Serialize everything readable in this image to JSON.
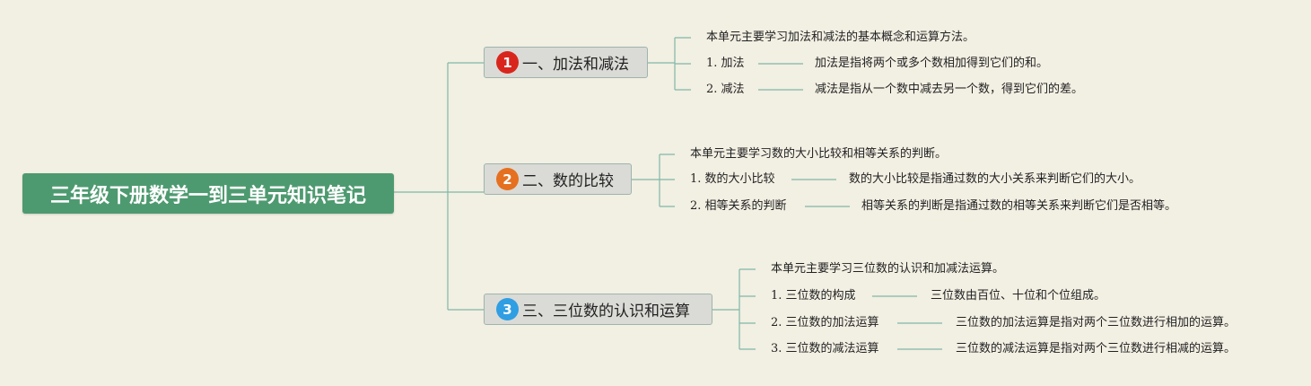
{
  "root": {
    "title": "三年级下册数学一到三单元知识笔记"
  },
  "colors": {
    "root": "#4e9a70",
    "line": "#7fb8a6",
    "b1": "#d9261c",
    "b2": "#e5701f",
    "b3": "#2f9ee3"
  },
  "branches": [
    {
      "number": "1",
      "title": "一、加法和减法",
      "intro": "本单元主要学习加法和减法的基本概念和运算方法。",
      "items": [
        {
          "label": "1. 加法",
          "desc": "加法是指将两个或多个数相加得到它们的和。"
        },
        {
          "label": "2. 减法",
          "desc": "减法是指从一个数中减去另一个数，得到它们的差。"
        }
      ]
    },
    {
      "number": "2",
      "title": "二、数的比较",
      "intro": "本单元主要学习数的大小比较和相等关系的判断。",
      "items": [
        {
          "label": "1. 数的大小比较",
          "desc": "数的大小比较是指通过数的大小关系来判断它们的大小。"
        },
        {
          "label": "2. 相等关系的判断",
          "desc": "相等关系的判断是指通过数的相等关系来判断它们是否相等。"
        }
      ]
    },
    {
      "number": "3",
      "title": "三、三位数的认识和运算",
      "intro": "本单元主要学习三位数的认识和加减法运算。",
      "items": [
        {
          "label": "1. 三位数的构成",
          "desc": "三位数由百位、十位和个位组成。"
        },
        {
          "label": "2. 三位数的加法运算",
          "desc": "三位数的加法运算是指对两个三位数进行相加的运算。"
        },
        {
          "label": "3. 三位数的减法运算",
          "desc": "三位数的减法运算是指对两个三位数进行相减的运算。"
        }
      ]
    }
  ]
}
